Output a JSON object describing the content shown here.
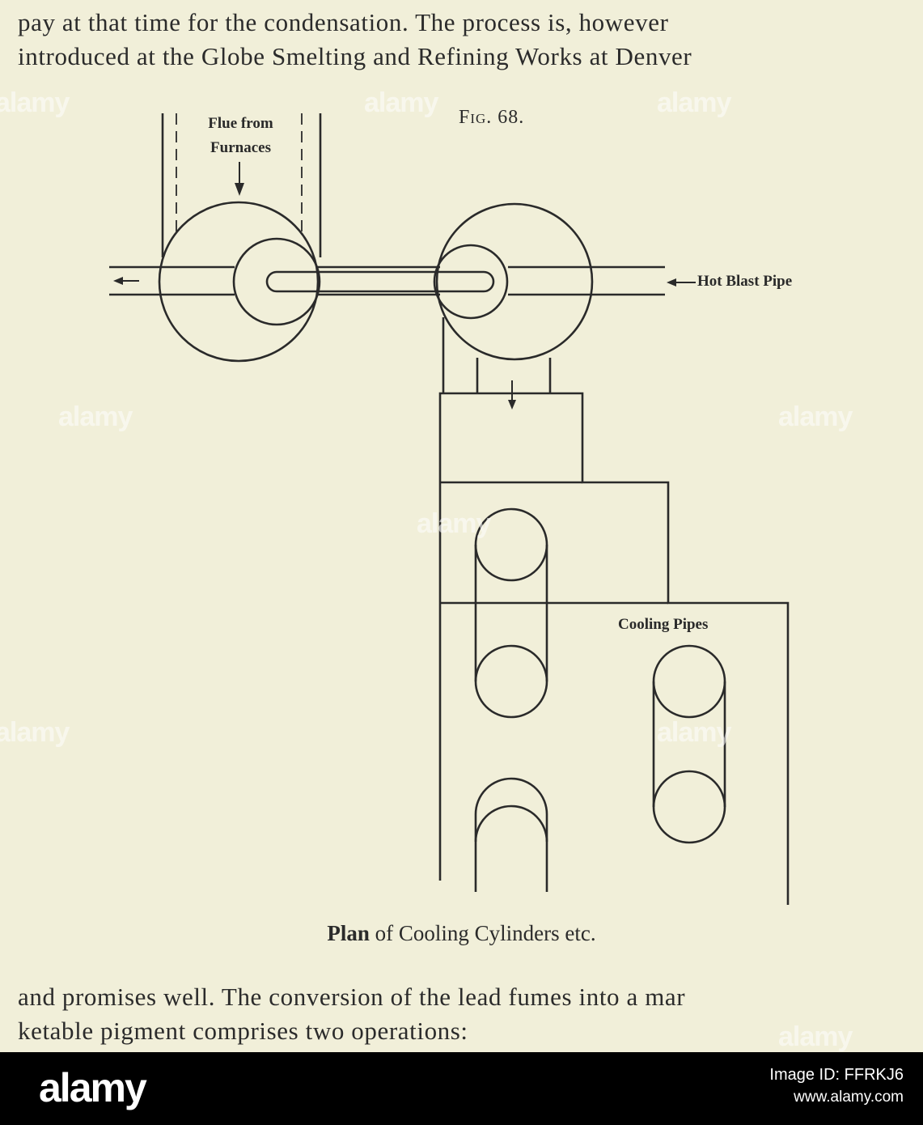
{
  "body_text": {
    "top_line_1": "pay at that time for the condensation.  The process is, however",
    "top_line_2": "introduced at the Globe Smelting and Refining Works at Denver",
    "bottom_line_1": "and promises well.  The conversion of the lead fumes into a mar",
    "bottom_line_2": "ketable pigment comprises two operations:"
  },
  "figure": {
    "label": "Fig. 68.",
    "flue_label_1": "Flue from",
    "flue_label_2": "Furnaces",
    "hot_blast_label": "Hot Blast Pipe",
    "cooling_label": "Cooling Pipes",
    "caption_bold": "Plan",
    "caption_rest": " of Cooling Cylinders etc."
  },
  "watermark": "alamy",
  "footer": {
    "brand": "alamy",
    "image_id": "Image ID: FFRKJ6",
    "site": "www.alamy.com"
  },
  "colors": {
    "paper": "#f1efd9",
    "ink": "#2a2a2a",
    "footer_bg": "#000000"
  }
}
